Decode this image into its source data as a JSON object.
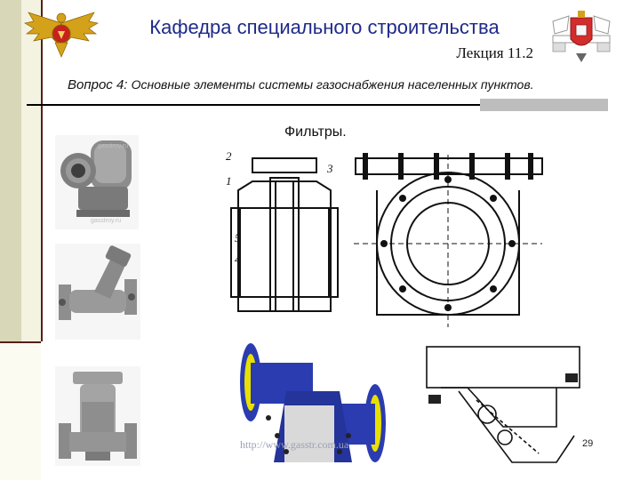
{
  "header": {
    "title": "Кафедра специального строительства",
    "lecture": "Лекция 11.2",
    "question_prefix": "Вопрос 4: ",
    "question_text": "Основные элементы системы газоснабжения населенных пунктов."
  },
  "main": {
    "subtitle": "Фильтры.",
    "drawing_labels": [
      "2",
      "3",
      "1",
      "5",
      "4"
    ],
    "watermarks": [
      "gasstroy.ru",
      "gasstroy.ru",
      "http://www.gasstr.com.ua"
    ]
  },
  "footer": {
    "page_number": "29"
  },
  "colors": {
    "title": "#1e2a8a",
    "left_bar": "#d8d8b8",
    "accent_line": "#54201a",
    "filter_blue": "#2b3cb0",
    "filter_yellow": "#e9e000"
  },
  "icons": {
    "left_logo": "russian-eagle-emblem-icon",
    "right_logo": "department-crest-icon"
  }
}
